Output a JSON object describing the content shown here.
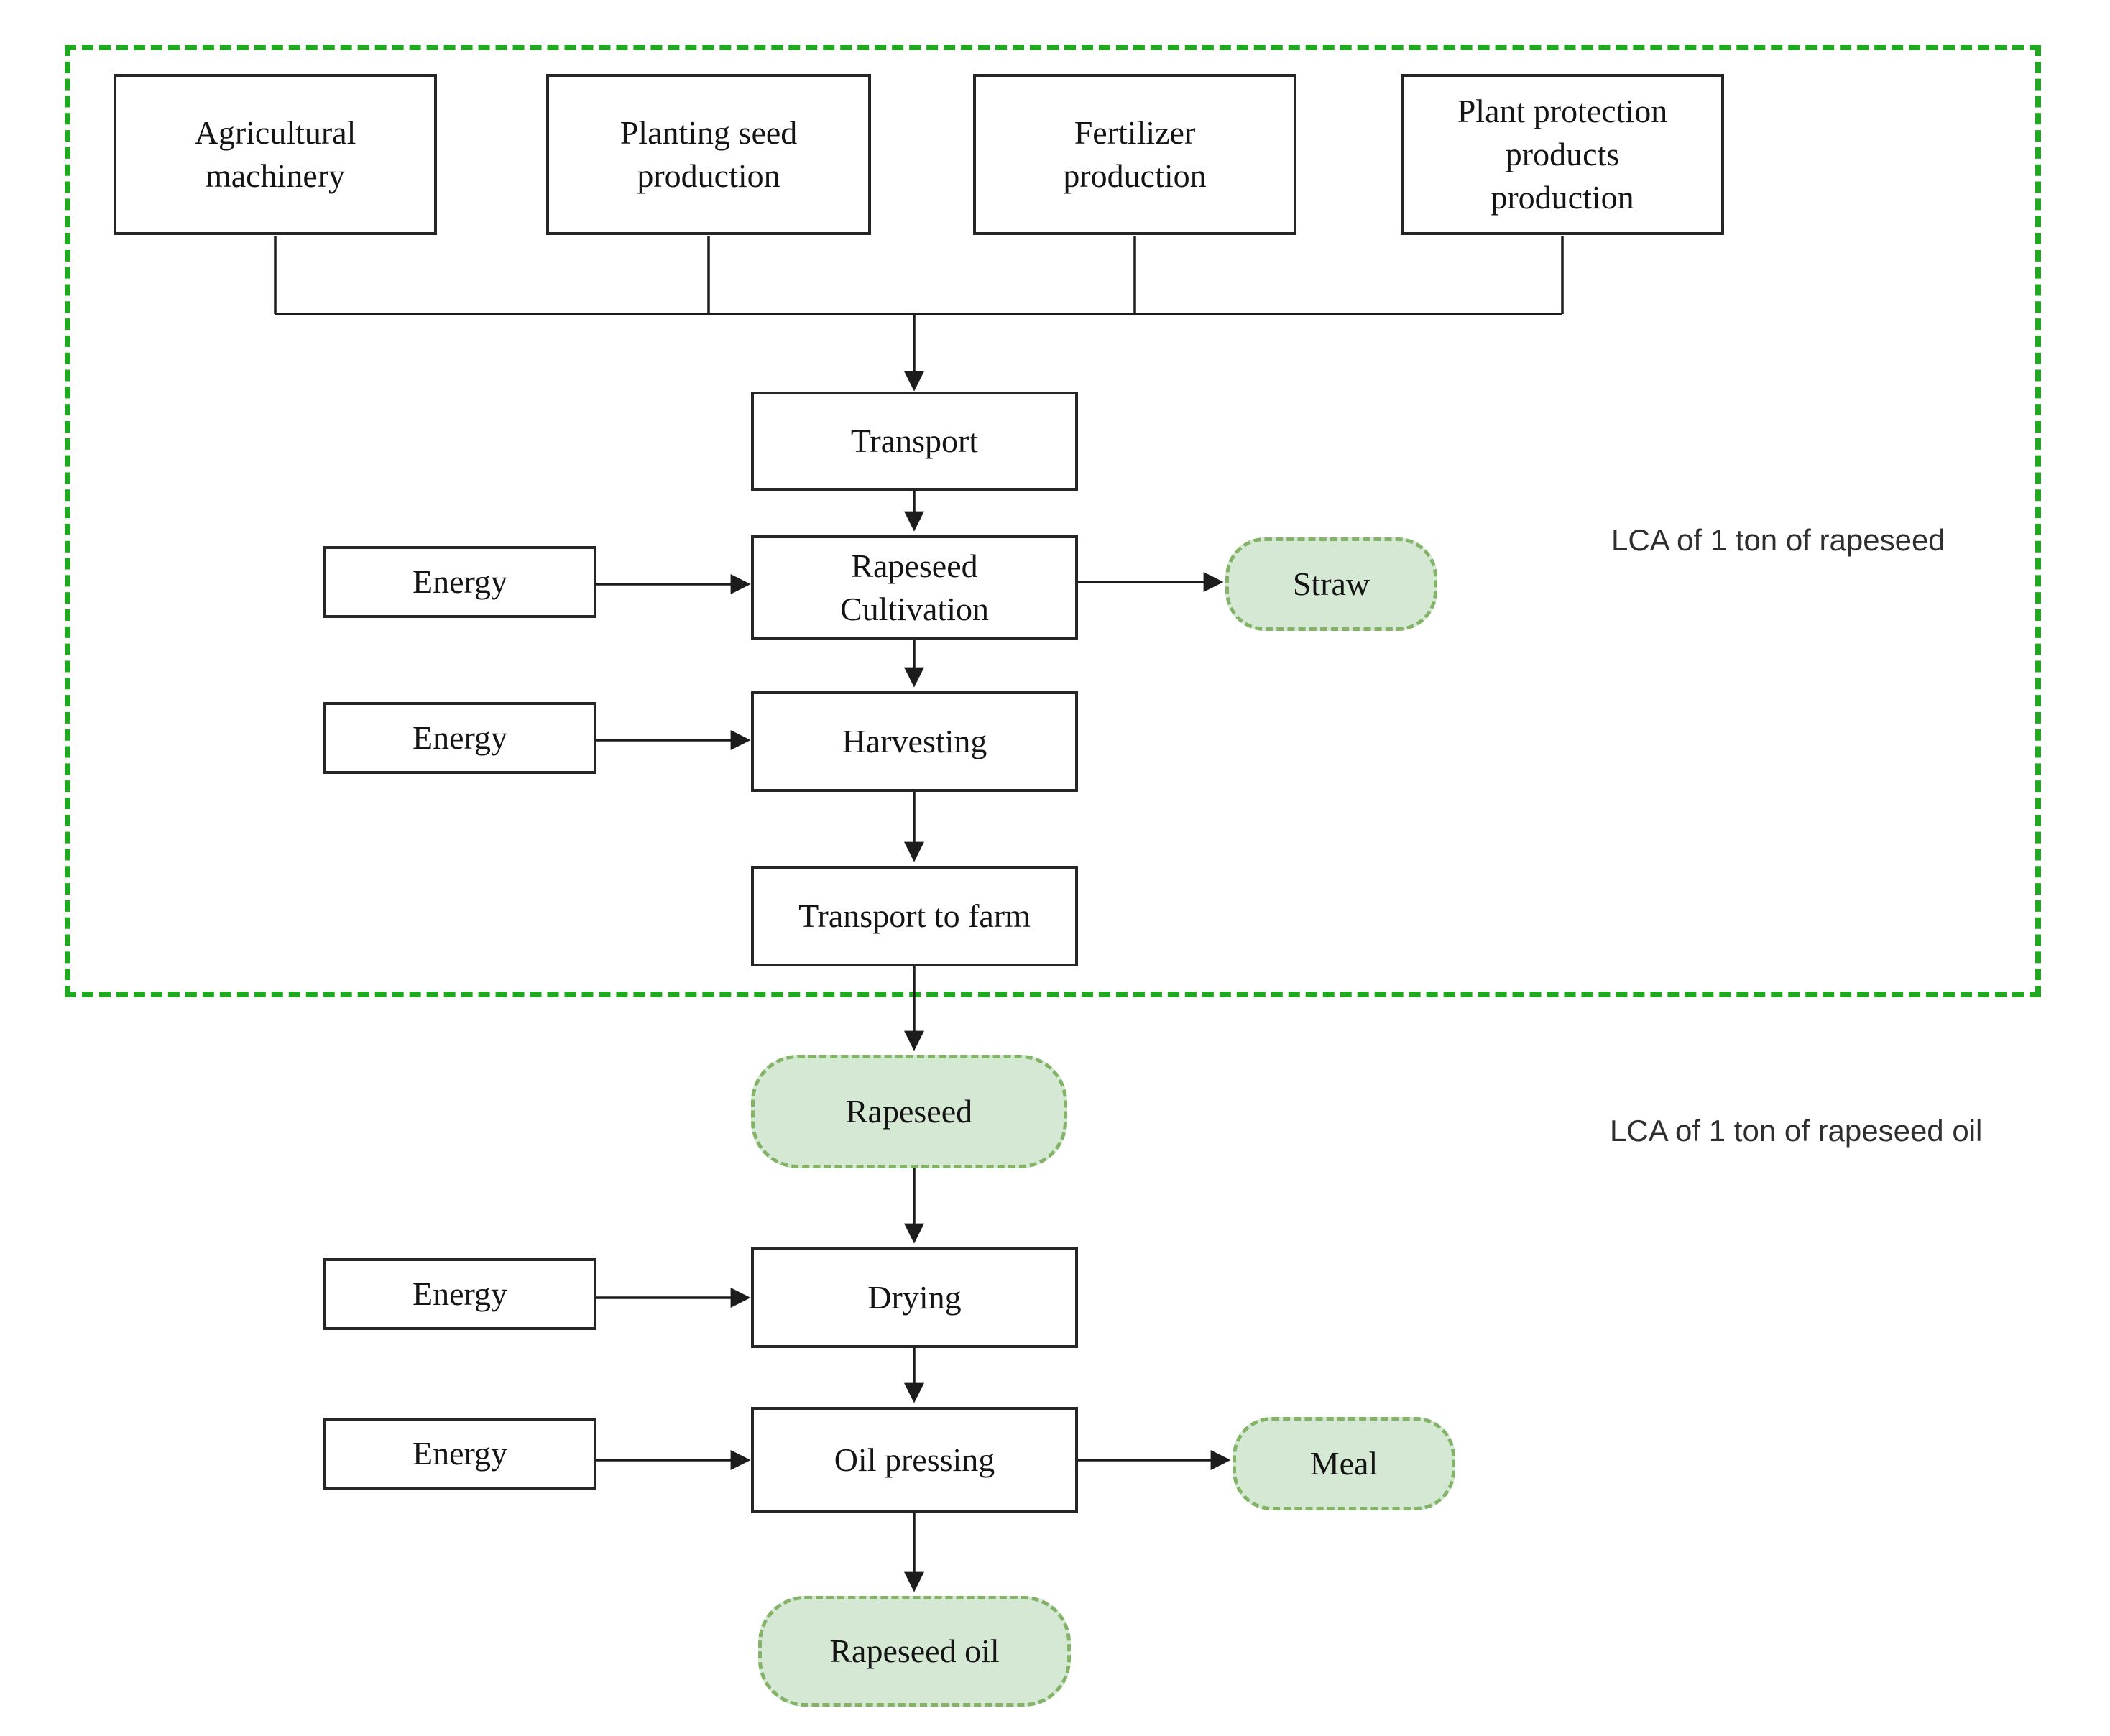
{
  "colors": {
    "background": "#ffffff",
    "process_box_fill": "#ffffff",
    "process_box_border": "#262626",
    "product_pill_fill": "#d5e8d4",
    "product_pill_border": "#82b366",
    "system_boundary_border": "#21a721",
    "connector": "#1c1c1c",
    "text": "#141414"
  },
  "nodes": {
    "agricultural_machinery": {
      "label": "Agricultural\nmachinery",
      "type": "input-process"
    },
    "planting_seed_production": {
      "label": "Planting seed\nproduction",
      "type": "input-process"
    },
    "fertilizer_production": {
      "label": "Fertilizer\nproduction",
      "type": "input-process"
    },
    "plant_protection_products_production": {
      "label": "Plant protection\nproducts\nproduction",
      "type": "input-process"
    },
    "transport": {
      "label": "Transport",
      "type": "process"
    },
    "energy_cultivation": {
      "label": "Energy",
      "type": "input"
    },
    "rapeseed_cultivation": {
      "label": "Rapeseed\nCultivation",
      "type": "process"
    },
    "straw": {
      "label": "Straw",
      "type": "product"
    },
    "energy_harvesting": {
      "label": "Energy",
      "type": "input"
    },
    "harvesting": {
      "label": "Harvesting",
      "type": "process"
    },
    "transport_to_farm": {
      "label": "Transport to farm",
      "type": "process"
    },
    "rapeseed": {
      "label": "Rapeseed",
      "type": "product"
    },
    "energy_drying": {
      "label": "Energy",
      "type": "input"
    },
    "drying": {
      "label": "Drying",
      "type": "process"
    },
    "energy_oil_pressing": {
      "label": "Energy",
      "type": "input"
    },
    "oil_pressing": {
      "label": "Oil pressing",
      "type": "process"
    },
    "meal": {
      "label": "Meal",
      "type": "product"
    },
    "rapeseed_oil": {
      "label": "Rapeseed oil",
      "type": "product"
    }
  },
  "annotations": {
    "lca_rapeseed": "LCA of 1 ton of rapeseed",
    "lca_rapeseed_oil": "LCA of 1 ton of rapeseed oil"
  },
  "edges": [
    {
      "from": "agricultural_machinery",
      "to": "transport"
    },
    {
      "from": "planting_seed_production",
      "to": "transport"
    },
    {
      "from": "fertilizer_production",
      "to": "transport"
    },
    {
      "from": "plant_protection_products_production",
      "to": "transport"
    },
    {
      "from": "transport",
      "to": "rapeseed_cultivation"
    },
    {
      "from": "energy_cultivation",
      "to": "rapeseed_cultivation"
    },
    {
      "from": "rapeseed_cultivation",
      "to": "straw"
    },
    {
      "from": "rapeseed_cultivation",
      "to": "harvesting"
    },
    {
      "from": "energy_harvesting",
      "to": "harvesting"
    },
    {
      "from": "harvesting",
      "to": "transport_to_farm"
    },
    {
      "from": "transport_to_farm",
      "to": "rapeseed"
    },
    {
      "from": "rapeseed",
      "to": "drying"
    },
    {
      "from": "energy_drying",
      "to": "drying"
    },
    {
      "from": "drying",
      "to": "oil_pressing"
    },
    {
      "from": "energy_oil_pressing",
      "to": "oil_pressing"
    },
    {
      "from": "oil_pressing",
      "to": "meal"
    },
    {
      "from": "oil_pressing",
      "to": "rapeseed_oil"
    }
  ]
}
